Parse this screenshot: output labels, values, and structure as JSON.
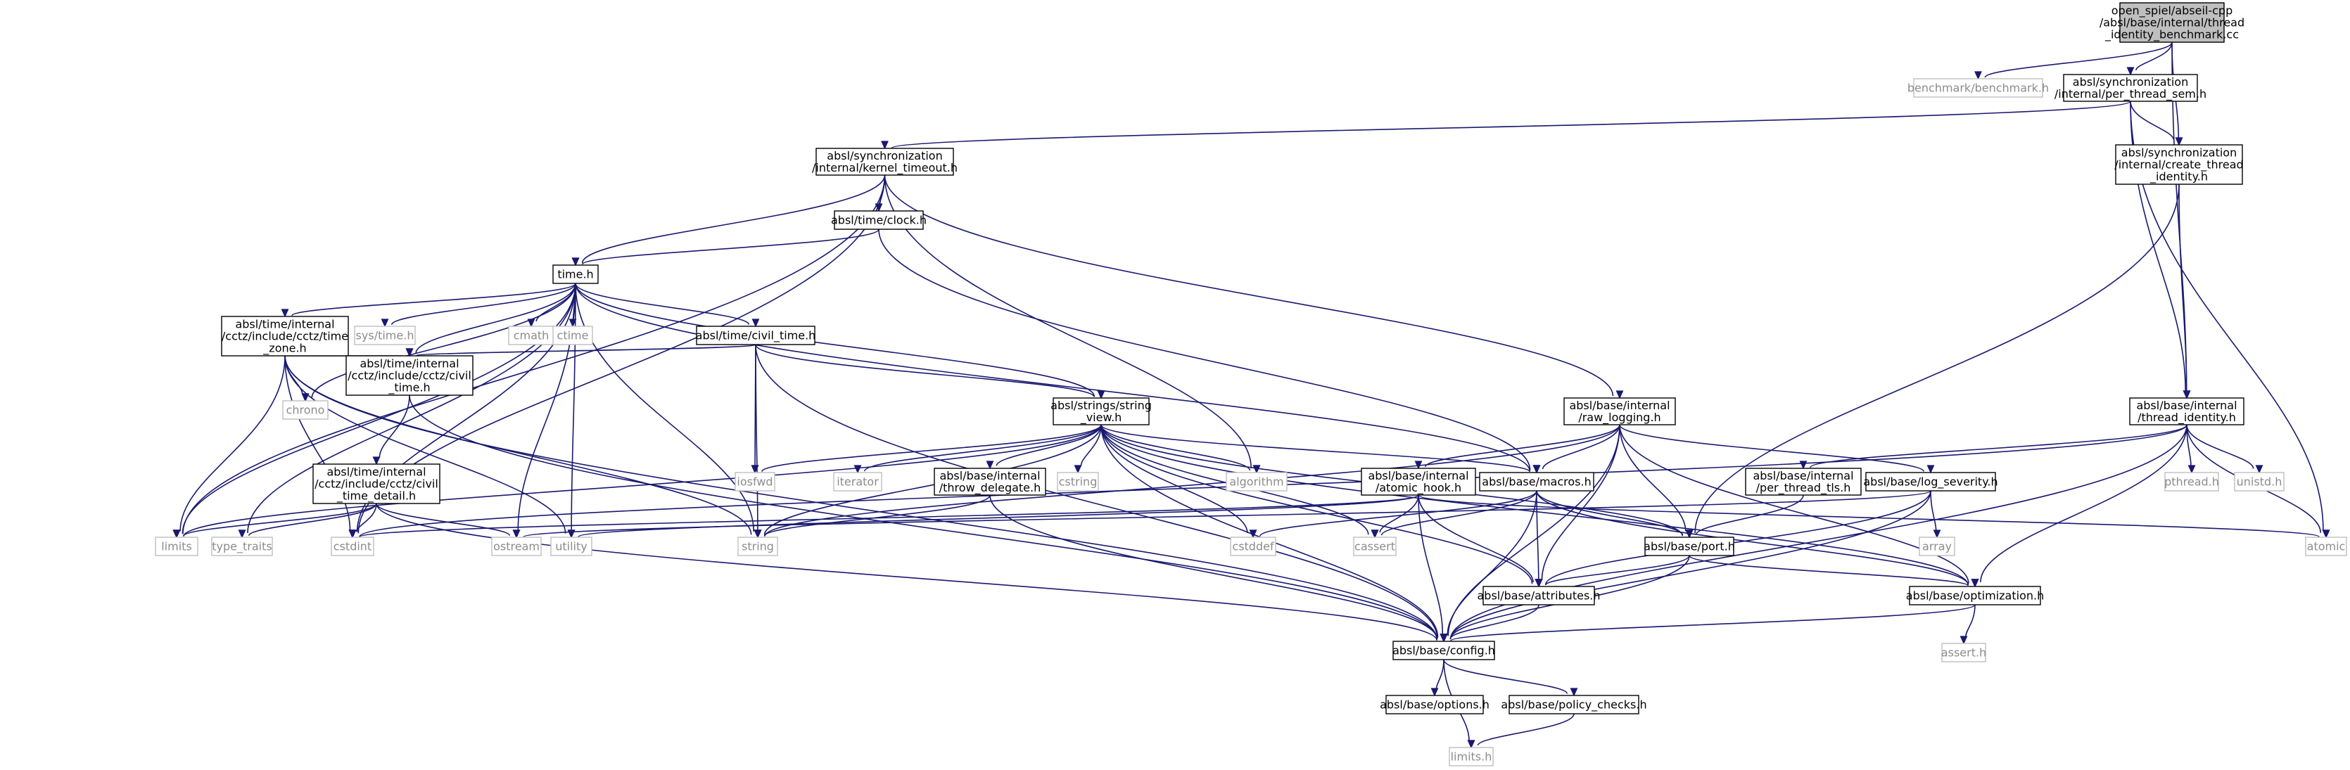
{
  "diagram": {
    "type": "include-dependency-graph",
    "colors": {
      "edge": "#191970",
      "root_fill": "#bfbfbf",
      "node_border": "#000000",
      "system_border": "#bfbfbf",
      "system_text": "#8c8c8c"
    },
    "nodes": [
      {
        "id": "root",
        "kind": "root",
        "label": [
          "open_spiel/abseil-cpp",
          "/absl/base/internal/thread",
          "_identity_benchmark.cc"
        ]
      },
      {
        "id": "benchmark",
        "kind": "system",
        "label": [
          "benchmark/benchmark.h"
        ]
      },
      {
        "id": "per_thread_sem",
        "kind": "file",
        "label": [
          "absl/synchronization",
          "/internal/per_thread_sem.h"
        ]
      },
      {
        "id": "kernel_timeout",
        "kind": "file",
        "label": [
          "absl/synchronization",
          "/internal/kernel_timeout.h"
        ]
      },
      {
        "id": "create_thread_identity",
        "kind": "file",
        "label": [
          "absl/synchronization",
          "/internal/create_thread",
          "_identity.h"
        ]
      },
      {
        "id": "clock",
        "kind": "file",
        "label": [
          "absl/time/clock.h"
        ]
      },
      {
        "id": "time",
        "kind": "file",
        "label": [
          "time.h"
        ]
      },
      {
        "id": "time_zone",
        "kind": "file",
        "label": [
          "absl/time/internal",
          "/cctz/include/cctz/time",
          "_zone.h"
        ]
      },
      {
        "id": "sys_time",
        "kind": "system",
        "label": [
          "sys/time.h"
        ]
      },
      {
        "id": "cmath",
        "kind": "system",
        "label": [
          "cmath"
        ]
      },
      {
        "id": "ctime",
        "kind": "system",
        "label": [
          "ctime"
        ]
      },
      {
        "id": "civil_time_h",
        "kind": "file",
        "label": [
          "absl/time/civil_time.h"
        ]
      },
      {
        "id": "chrono",
        "kind": "system",
        "label": [
          "chrono"
        ]
      },
      {
        "id": "cctz_civil_time",
        "kind": "file",
        "label": [
          "absl/time/internal",
          "/cctz/include/cctz/civil",
          "_time.h"
        ]
      },
      {
        "id": "string_view",
        "kind": "file",
        "label": [
          "absl/strings/string",
          "_view.h"
        ]
      },
      {
        "id": "raw_logging",
        "kind": "file",
        "label": [
          "absl/base/internal",
          "/raw_logging.h"
        ]
      },
      {
        "id": "thread_identity",
        "kind": "file",
        "label": [
          "absl/base/internal",
          "/thread_identity.h"
        ]
      },
      {
        "id": "civil_time_detail",
        "kind": "file",
        "label": [
          "absl/time/internal",
          "/cctz/include/cctz/civil",
          "_time_detail.h"
        ]
      },
      {
        "id": "iosfwd",
        "kind": "system",
        "label": [
          "iosfwd"
        ]
      },
      {
        "id": "iterator",
        "kind": "system",
        "label": [
          "iterator"
        ]
      },
      {
        "id": "throw_delegate",
        "kind": "file",
        "label": [
          "absl/base/internal",
          "/throw_delegate.h"
        ]
      },
      {
        "id": "cstring",
        "kind": "system",
        "label": [
          "cstring"
        ]
      },
      {
        "id": "algorithm",
        "kind": "system",
        "label": [
          "algorithm"
        ]
      },
      {
        "id": "atomic_hook",
        "kind": "file",
        "label": [
          "absl/base/internal",
          "/atomic_hook.h"
        ]
      },
      {
        "id": "macros",
        "kind": "file",
        "label": [
          "absl/base/macros.h"
        ]
      },
      {
        "id": "per_thread_tls",
        "kind": "file",
        "label": [
          "absl/base/internal",
          "/per_thread_tls.h"
        ]
      },
      {
        "id": "log_severity",
        "kind": "file",
        "label": [
          "absl/base/log_severity.h"
        ]
      },
      {
        "id": "pthread",
        "kind": "system",
        "label": [
          "pthread.h"
        ]
      },
      {
        "id": "unistd",
        "kind": "system",
        "label": [
          "unistd.h"
        ]
      },
      {
        "id": "atomic",
        "kind": "system",
        "label": [
          "atomic"
        ]
      },
      {
        "id": "limits",
        "kind": "system",
        "label": [
          "limits"
        ]
      },
      {
        "id": "type_traits",
        "kind": "system",
        "label": [
          "type_traits"
        ]
      },
      {
        "id": "cstdint",
        "kind": "system",
        "label": [
          "cstdint"
        ]
      },
      {
        "id": "ostream",
        "kind": "system",
        "label": [
          "ostream"
        ]
      },
      {
        "id": "utility",
        "kind": "system",
        "label": [
          "utility"
        ]
      },
      {
        "id": "string",
        "kind": "system",
        "label": [
          "string"
        ]
      },
      {
        "id": "cstddef",
        "kind": "system",
        "label": [
          "cstddef"
        ]
      },
      {
        "id": "cassert",
        "kind": "system",
        "label": [
          "cassert"
        ]
      },
      {
        "id": "port",
        "kind": "file",
        "label": [
          "absl/base/port.h"
        ]
      },
      {
        "id": "array",
        "kind": "system",
        "label": [
          "array"
        ]
      },
      {
        "id": "attributes",
        "kind": "file",
        "label": [
          "absl/base/attributes.h"
        ]
      },
      {
        "id": "optimization",
        "kind": "file",
        "label": [
          "absl/base/optimization.h"
        ]
      },
      {
        "id": "assert_h",
        "kind": "system",
        "label": [
          "assert.h"
        ]
      },
      {
        "id": "config",
        "kind": "file",
        "label": [
          "absl/base/config.h"
        ]
      },
      {
        "id": "options",
        "kind": "file",
        "label": [
          "absl/base/options.h"
        ]
      },
      {
        "id": "policy_checks",
        "kind": "file",
        "label": [
          "absl/base/policy_checks.h"
        ]
      },
      {
        "id": "limits_h",
        "kind": "system",
        "label": [
          "limits.h"
        ]
      }
    ],
    "edges": [
      [
        "root",
        "benchmark"
      ],
      [
        "root",
        "per_thread_sem"
      ],
      [
        "root",
        "create_thread_identity"
      ],
      [
        "root",
        "thread_identity"
      ],
      [
        "per_thread_sem",
        "kernel_timeout"
      ],
      [
        "per_thread_sem",
        "create_thread_identity"
      ],
      [
        "per_thread_sem",
        "thread_identity"
      ],
      [
        "per_thread_sem",
        "atomic"
      ],
      [
        "kernel_timeout",
        "clock"
      ],
      [
        "kernel_timeout",
        "time"
      ],
      [
        "kernel_timeout",
        "raw_logging"
      ],
      [
        "kernel_timeout",
        "algorithm"
      ],
      [
        "kernel_timeout",
        "limits"
      ],
      [
        "kernel_timeout",
        "cstdint"
      ],
      [
        "create_thread_identity",
        "thread_identity"
      ],
      [
        "create_thread_identity",
        "port"
      ],
      [
        "clock",
        "time"
      ],
      [
        "clock",
        "macros"
      ],
      [
        "time",
        "time_zone"
      ],
      [
        "time",
        "sys_time"
      ],
      [
        "time",
        "cmath"
      ],
      [
        "time",
        "ctime"
      ],
      [
        "time",
        "civil_time_h"
      ],
      [
        "time",
        "chrono"
      ],
      [
        "time",
        "cctz_civil_time"
      ],
      [
        "time",
        "string_view"
      ],
      [
        "time",
        "macros"
      ],
      [
        "time",
        "limits"
      ],
      [
        "time",
        "type_traits"
      ],
      [
        "time",
        "cstdint"
      ],
      [
        "time",
        "ostream"
      ],
      [
        "time",
        "utility"
      ],
      [
        "time",
        "string"
      ],
      [
        "time_zone",
        "chrono"
      ],
      [
        "time_zone",
        "cctz_civil_time"
      ],
      [
        "time_zone",
        "limits"
      ],
      [
        "time_zone",
        "cstdint"
      ],
      [
        "time_zone",
        "utility"
      ],
      [
        "time_zone",
        "string"
      ],
      [
        "time_zone",
        "config"
      ],
      [
        "civil_time_h",
        "cctz_civil_time"
      ],
      [
        "civil_time_h",
        "string_view"
      ],
      [
        "civil_time_h",
        "iosfwd"
      ],
      [
        "civil_time_h",
        "string"
      ],
      [
        "civil_time_h",
        "config"
      ],
      [
        "cctz_civil_time",
        "civil_time_detail"
      ],
      [
        "cctz_civil_time",
        "config"
      ],
      [
        "civil_time_detail",
        "limits"
      ],
      [
        "civil_time_detail",
        "type_traits"
      ],
      [
        "civil_time_detail",
        "cstdint"
      ],
      [
        "civil_time_detail",
        "ostream"
      ],
      [
        "civil_time_detail",
        "config"
      ],
      [
        "string_view",
        "iosfwd"
      ],
      [
        "string_view",
        "iterator"
      ],
      [
        "string_view",
        "throw_delegate"
      ],
      [
        "string_view",
        "cstring"
      ],
      [
        "string_view",
        "algorithm"
      ],
      [
        "string_view",
        "macros"
      ],
      [
        "string_view",
        "port"
      ],
      [
        "string_view",
        "optimization"
      ],
      [
        "string_view",
        "attributes"
      ],
      [
        "string_view",
        "config"
      ],
      [
        "string_view",
        "limits"
      ],
      [
        "string_view",
        "cstddef"
      ],
      [
        "string_view",
        "cassert"
      ],
      [
        "string_view",
        "string"
      ],
      [
        "throw_delegate",
        "string"
      ],
      [
        "throw_delegate",
        "config"
      ],
      [
        "raw_logging",
        "atomic_hook"
      ],
      [
        "raw_logging",
        "macros"
      ],
      [
        "raw_logging",
        "log_severity"
      ],
      [
        "raw_logging",
        "port"
      ],
      [
        "raw_logging",
        "attributes"
      ],
      [
        "raw_logging",
        "optimization"
      ],
      [
        "raw_logging",
        "config"
      ],
      [
        "raw_logging",
        "string"
      ],
      [
        "thread_identity",
        "per_thread_tls"
      ],
      [
        "thread_identity",
        "pthread"
      ],
      [
        "thread_identity",
        "unistd"
      ],
      [
        "thread_identity",
        "atomic"
      ],
      [
        "thread_identity",
        "optimization"
      ],
      [
        "thread_identity",
        "config"
      ],
      [
        "thread_identity",
        "cstdint"
      ],
      [
        "atomic_hook",
        "atomic"
      ],
      [
        "atomic_hook",
        "cassert"
      ],
      [
        "atomic_hook",
        "cstdint"
      ],
      [
        "atomic_hook",
        "utility"
      ],
      [
        "atomic_hook",
        "attributes"
      ],
      [
        "atomic_hook",
        "config"
      ],
      [
        "macros",
        "cstddef"
      ],
      [
        "macros",
        "cassert"
      ],
      [
        "macros",
        "port"
      ],
      [
        "macros",
        "attributes"
      ],
      [
        "macros",
        "optimization"
      ],
      [
        "macros",
        "config"
      ],
      [
        "per_thread_tls",
        "port"
      ],
      [
        "log_severity",
        "array"
      ],
      [
        "log_severity",
        "ostream"
      ],
      [
        "log_severity",
        "attributes"
      ],
      [
        "log_severity",
        "config"
      ],
      [
        "port",
        "attributes"
      ],
      [
        "port",
        "optimization"
      ],
      [
        "port",
        "config"
      ],
      [
        "attributes",
        "config"
      ],
      [
        "optimization",
        "assert_h"
      ],
      [
        "optimization",
        "config"
      ],
      [
        "config",
        "options"
      ],
      [
        "config",
        "policy_checks"
      ],
      [
        "config",
        "limits_h"
      ],
      [
        "policy_checks",
        "limits_h"
      ]
    ]
  }
}
